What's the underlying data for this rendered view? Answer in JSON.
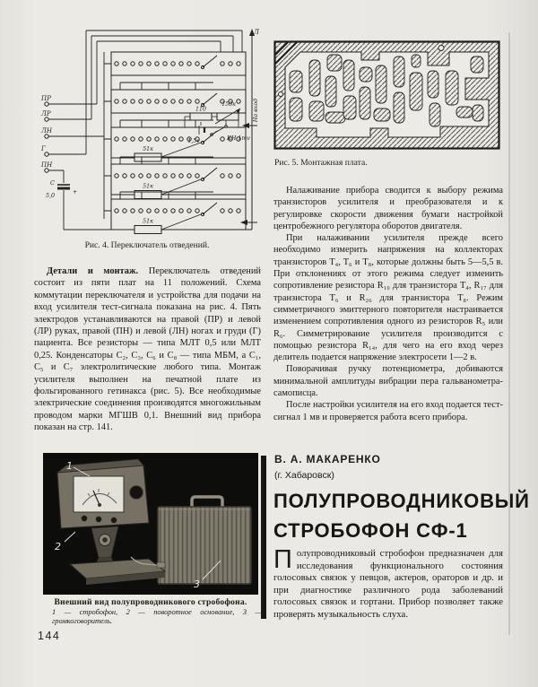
{
  "page": {
    "number": "144"
  },
  "figure4": {
    "caption": "Рис. 4. Переключатель отведений.",
    "terminals": [
      "ПР",
      "ЛР",
      "ЛН",
      "Г",
      "ПН"
    ],
    "labels": {
      "r51": "51к",
      "r110": "110",
      "r150": "150к",
      "battery": "1,5v",
      "button": "КН 1mv",
      "cap_name": "С",
      "cap_value": "5,0",
      "cap_plus": "+",
      "out_top": "Л",
      "out_input": "На вход"
    }
  },
  "figure5": {
    "caption": "Рис. 5. Монтажная плата."
  },
  "left_column": {
    "lead": "Детали и монтаж.",
    "body": " Переключатель отведений состоит из пяти плат на 11 положений. Схема коммутации переключателя и устройства для подачи на вход усилителя тест-сигнала показана на рис. 4. Пять электродов устанавливаются на правой (ПР) и левой (ЛР) руках, правой (ПН) и левой (ЛН) ногах и груди (Г) пациента. Все резисторы — типа МЛТ 0,5 или МЛТ 0,25. Конденсаторы C₂, C₃, C₆ и C₈ — типа МБМ, а C₁, C₅ и C₇ электролитические любого типа. Монтаж усилителя выполнен на печатной плате из фольгированного гетинакса (рис. 5). Все необходимые электрические соединения производятся многожильным проводом марки МГШВ 0,1. Внешний вид прибора показан на стр. 141."
  },
  "right_column": {
    "paragraphs": [
      "Налаживание прибора сводится к выбору режима транзисторов усилителя и преобразователя и к регулировке скорости движения бумаги настройкой центробежного регулятора оборотов двигателя.",
      "При налаживании усилителя прежде всего необходимо измерить напряжения на коллекторах транзисторов T₄, T₆ и T₈, которые должны быть 5—5,5 в. При отклонениях от этого режима следует изменить сопротивление резистора R₁₀ для транзистора T₄, R₁₇ для транзистора T₆ и R₂₆ для транзистора T₈. Режим симметричного эмиттерного повторителя настраивается изменением сопротивления одного из резисторов R₅ или R₆. Симметрирование усилителя производится с помощью резистора R₁₄, для чего на его вход через делитель подается напряжение электросети 1—2 в.",
      "Поворачивая ручку потенциометра, добиваются минимальной амплитуды вибрации пера гальванометра-самописца.",
      "После настройки усилителя на его вход подается тест-сигнал 1 мв и проверяется работа всего прибора."
    ]
  },
  "photo": {
    "caption": "Внешний вид полупроводникового стробофона.",
    "legend": "1 — стробофон, 2 — поворотное основание, 3 — громкоговоритель.",
    "markers": [
      "1",
      "2",
      "3"
    ]
  },
  "article": {
    "author": "В. А. МАКАРЕНКО",
    "city": "(г. Хабаровск)",
    "title_line1": "ПОЛУПРОВОДНИКОВЫЙ",
    "title_line2": "СТРОБОФОН СФ-1",
    "dropcap": "П",
    "body": "олупроводниковый стробофон предназначен для исследования функционального состояния голосовых связок у певцов, актеров, ораторов и др. и при диагностике различного рода заболеваний голосовых связок и гортани. Прибор позволяет также проверять музыкальность слуха."
  }
}
